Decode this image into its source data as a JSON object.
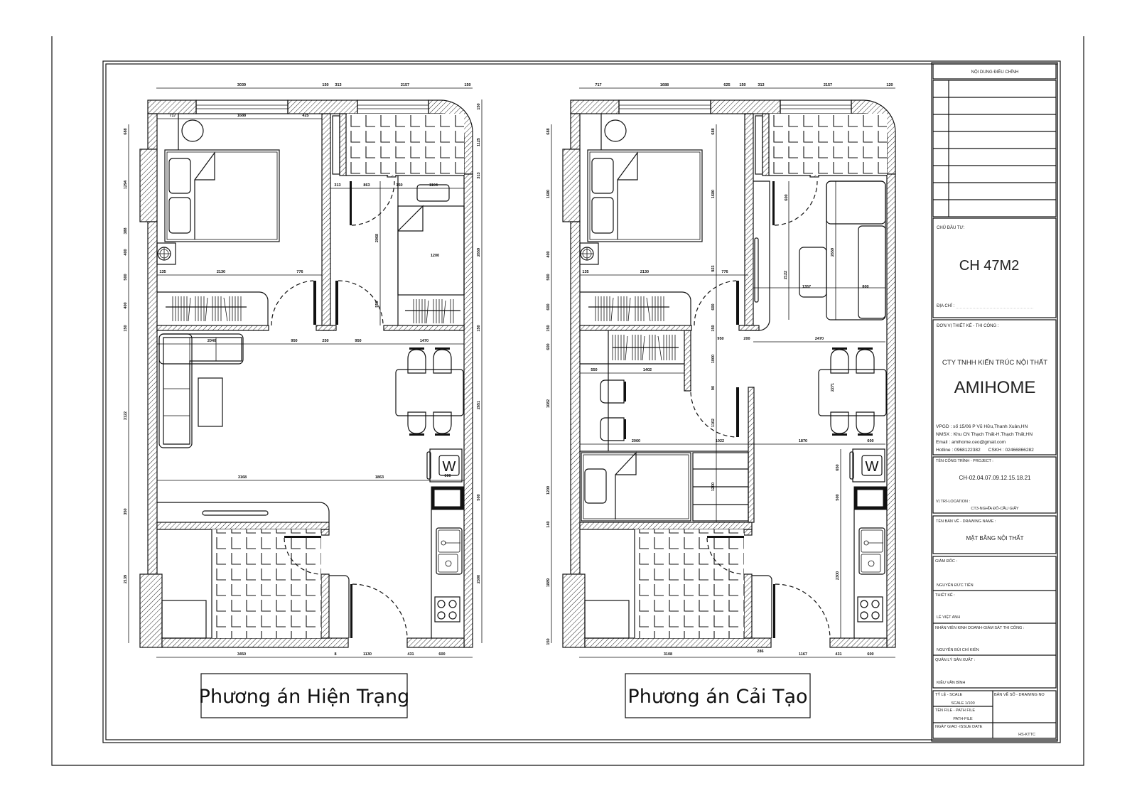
{
  "plans": {
    "left": {
      "caption": "Phương án Hiện Trạng",
      "dimensions": [
        "3039",
        "150",
        "313",
        "2157",
        "150",
        "717",
        "1688",
        "425",
        "688",
        "1294",
        "388",
        "400",
        "500",
        "400",
        "150",
        "3122",
        "350",
        "2139",
        "150",
        "1125",
        "313",
        "2659",
        "150",
        "2651",
        "500",
        "2300",
        "135",
        "2130",
        "776",
        "313",
        "863",
        "150",
        "1104",
        "2068",
        "1200",
        "550",
        "2040",
        "950",
        "250",
        "950",
        "1470",
        "3168",
        "1863",
        "600",
        "3450",
        "8",
        "1130",
        "431",
        "600"
      ]
    },
    "right": {
      "caption": "Phương án Cải Tạo",
      "dimensions": [
        "717",
        "1688",
        "625",
        "150",
        "313",
        "2157",
        "120",
        "688",
        "1680",
        "400",
        "500",
        "600",
        "150",
        "600",
        "1082",
        "1200",
        "140",
        "1889",
        "150",
        "688",
        "1680",
        "923",
        "600",
        "150",
        "1000",
        "90",
        "1102",
        "1200",
        "776",
        "2130",
        "135",
        "600",
        "2122",
        "2659",
        "1357",
        "800",
        "950",
        "200",
        "2470",
        "550",
        "1402",
        "2271",
        "2060",
        "1022",
        "1870",
        "600",
        "650",
        "500",
        "2300",
        "3108",
        "286",
        "1167",
        "431",
        "600"
      ]
    },
    "appliance_label": "W"
  },
  "title_block": {
    "revision_header": "NỘI DUNG ĐIỀU CHỈNH",
    "owner_label": "CHỦ ĐẦU TƯ:",
    "owner_value": "CH 47M2",
    "address_label": "ĐỊA CHỈ :",
    "designer_label": "ĐƠN VỊ THIẾT KẾ - THI CÔNG :",
    "company_name": "CTY TNHH KIẾN TRÚC NỘI THẤT",
    "brand": "AMIHOME",
    "contact": [
      "VPGD : số 15/06 P Vũ Hữu,Thanh Xuân,HN",
      "NMSX : Khu CN Thạch Thất-H.Thạch Thất,HN",
      "Email : amihome.ceo@gmail.com",
      "Hotline : 0968122382      CSKH : 02466866282"
    ],
    "project_label": "TÊN CÔNG TRÌNH - PROJECT :",
    "project_value": "CH-02.04.07.09.12.15.18.21",
    "location_label": "VỊ TRÍ-LOCATION :",
    "location_value": "CT3-NGHĨA ĐÔ-CẦU GIẤY",
    "drawing_name_label": "TÊN BẢN VẼ - DRAWING NAME :",
    "drawing_name_value": "MẶT BẰNG NỘI THẤT",
    "people": [
      {
        "role": "GIÁM ĐỐC :",
        "name": "NGUYỄN ĐỨC TIẾN"
      },
      {
        "role": "THIẾT KẾ :",
        "name": "LÊ VIỆT ANH"
      },
      {
        "role": "NHÂN VIÊN KINH DOANH-GIÁM SÁT THI CÔNG :",
        "name": "NGUYỄN BÙI CHÍ KIÊN"
      },
      {
        "role": "QUẢN LÝ SẢN XUẤT :",
        "name": "KIỀU VĂN BÌNH"
      }
    ],
    "scale_label": "TỶ LỆ - SCALE",
    "scale_value": "SCALE 1/100",
    "path_label": "TÊN FILE - PATH FILE",
    "path_value": "PATH-FILE",
    "issue_label": "NGÀY GIAO -ISSUE DATE",
    "drawing_no_label": "BẢN VẼ SỐ - DRAWING NO",
    "drawing_no_value": "HS-KTTC"
  }
}
